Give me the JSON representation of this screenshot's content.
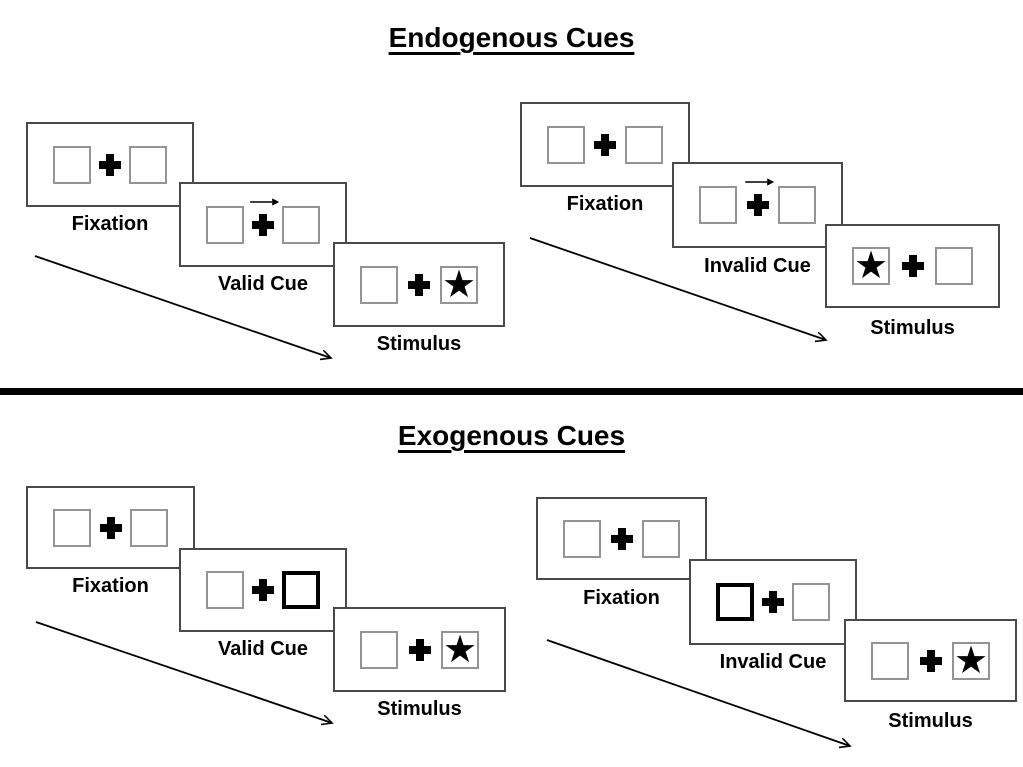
{
  "diagram": {
    "sections": [
      {
        "title": "Endogenous Cues",
        "sequences": [
          {
            "name": "valid",
            "panels": [
              {
                "label": "Fixation",
                "left_box": "empty",
                "right_box": "empty",
                "cue": "none"
              },
              {
                "label": "Valid Cue",
                "left_box": "empty",
                "right_box": "empty",
                "cue": "right-arrow-above-cross"
              },
              {
                "label": "Stimulus",
                "left_box": "empty",
                "right_box": "star",
                "cue": "none"
              }
            ]
          },
          {
            "name": "invalid",
            "panels": [
              {
                "label": "Fixation",
                "left_box": "empty",
                "right_box": "empty",
                "cue": "none"
              },
              {
                "label": "Invalid Cue",
                "left_box": "empty",
                "right_box": "empty",
                "cue": "right-arrow-above-cross"
              },
              {
                "label": "Stimulus",
                "left_box": "star",
                "right_box": "empty",
                "cue": "none"
              }
            ]
          }
        ]
      },
      {
        "title": "Exogenous Cues",
        "sequences": [
          {
            "name": "valid",
            "panels": [
              {
                "label": "Fixation",
                "left_box": "empty",
                "right_box": "empty",
                "cue": "none"
              },
              {
                "label": "Valid Cue",
                "left_box": "empty",
                "right_box": "thick-outline",
                "cue": "none"
              },
              {
                "label": "Stimulus",
                "left_box": "empty",
                "right_box": "star",
                "cue": "none"
              }
            ]
          },
          {
            "name": "invalid",
            "panels": [
              {
                "label": "Fixation",
                "left_box": "empty",
                "right_box": "empty",
                "cue": "none"
              },
              {
                "label": "Invalid Cue",
                "left_box": "thick-outline",
                "right_box": "empty",
                "cue": "none"
              },
              {
                "label": "Stimulus",
                "left_box": "empty",
                "right_box": "star",
                "cue": "none"
              }
            ]
          }
        ]
      }
    ]
  },
  "icons": {
    "star": "★",
    "fixation_cross": "plus",
    "cue_arrow": "right-arrow",
    "sequence_arrow": "diagonal-right-down-arrow"
  },
  "colors": {
    "ink": "#000000",
    "panel_border": "#4a4a4a",
    "box_border": "#949494",
    "thick_box_border": "#000000",
    "background": "#ffffff"
  }
}
